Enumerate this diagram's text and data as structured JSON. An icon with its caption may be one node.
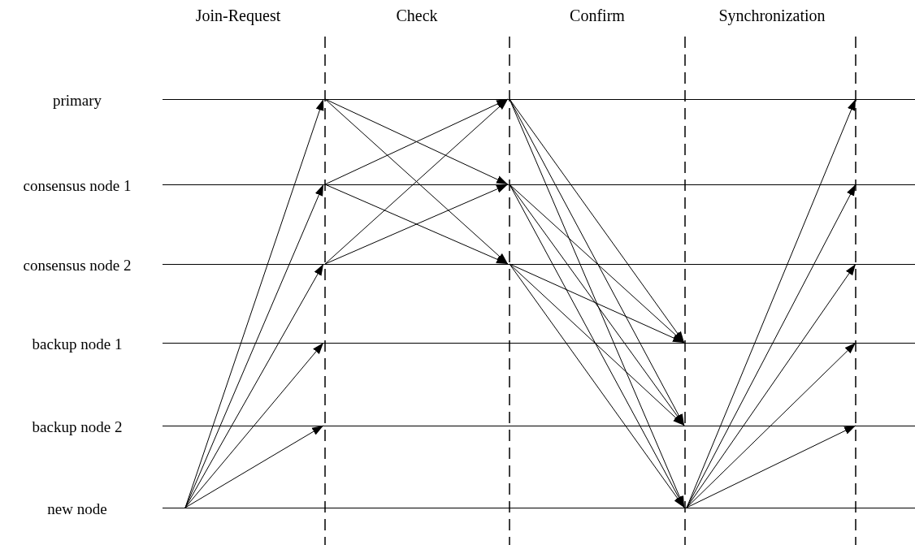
{
  "diagram": {
    "nodes": [
      {
        "text": [
          "primary"
        ]
      },
      {
        "text": [
          "consensus node 1"
        ]
      },
      {
        "text": [
          "consensus node 2"
        ]
      },
      {
        "text": [
          "backup node 1"
        ]
      },
      {
        "text": [
          "backup node 2"
        ]
      },
      {
        "text": [
          "new node"
        ]
      }
    ],
    "edges": [
      {
        "from": 5,
        "to": 0,
        "arrow": "to"
      },
      {
        "from": 5,
        "to": 1,
        "arrow": "to"
      },
      {
        "from": 5,
        "to": 2,
        "arrow": "to"
      },
      {
        "from": 5,
        "to": 3,
        "arrow": "to"
      },
      {
        "from": 5,
        "to": 4,
        "arrow": "to"
      },
      {
        "from": 0,
        "to": 1,
        "arrow": "to"
      },
      {
        "from": 0,
        "to": 2,
        "arrow": "to"
      },
      {
        "from": 1,
        "to": 0,
        "arrow": "to"
      },
      {
        "from": 1,
        "to": 2,
        "arrow": "to"
      },
      {
        "from": 2,
        "to": 0,
        "arrow": "to"
      },
      {
        "from": 2,
        "to": 1,
        "arrow": "to"
      },
      {
        "from": 0,
        "to": 3,
        "arrow": "to"
      },
      {
        "from": 0,
        "to": 4,
        "arrow": "to"
      },
      {
        "from": 0,
        "to": 5,
        "arrow": "to"
      },
      {
        "from": 1,
        "to": 3,
        "arrow": "to"
      },
      {
        "from": 1,
        "to": 4,
        "arrow": "to"
      },
      {
        "from": 1,
        "to": 5,
        "arrow": "to"
      },
      {
        "from": 2,
        "to": 3,
        "arrow": "to"
      },
      {
        "from": 2,
        "to": 4,
        "arrow": "to"
      },
      {
        "from": 2,
        "to": 5,
        "arrow": "to"
      },
      {
        "from": 5,
        "to": 0,
        "arrow": "to"
      },
      {
        "from": 5,
        "to": 1,
        "arrow": "to"
      },
      {
        "from": 5,
        "to": 2,
        "arrow": "to"
      },
      {
        "from": 5,
        "to": 3,
        "arrow": "to"
      },
      {
        "from": 5,
        "to": 4,
        "arrow": "to"
      }
    ],
    "labels": [
      "Join-Request",
      "Check",
      "Confirm",
      "Synchronization"
    ]
  }
}
